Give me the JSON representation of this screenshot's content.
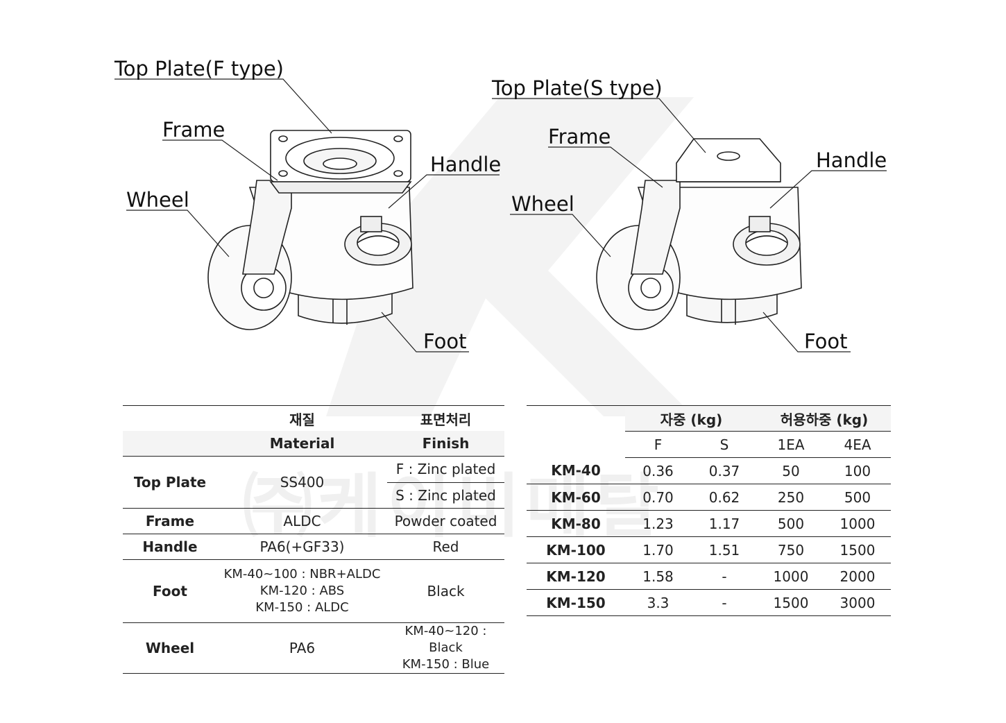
{
  "labels_f": {
    "top_plate": "Top Plate(F type)",
    "frame": "Frame",
    "wheel": "Wheel",
    "handle": "Handle",
    "foot": "Foot"
  },
  "labels_s": {
    "top_plate": "Top Plate(S type)",
    "frame": "Frame",
    "wheel": "Wheel",
    "handle": "Handle",
    "foot": "Foot"
  },
  "watermark": "㈜케이비메탈",
  "material_table": {
    "header_ko": [
      "재질",
      "표면처리"
    ],
    "header_en": [
      "Material",
      "Finish"
    ],
    "rows": {
      "top_plate": {
        "part": "Top Plate",
        "material": "SS400",
        "finish_f": "F : Zinc plated",
        "finish_s": "S : Zinc plated"
      },
      "frame": {
        "part": "Frame",
        "material": "ALDC",
        "finish": "Powder coated"
      },
      "handle": {
        "part": "Handle",
        "material": "PA6(+GF33)",
        "finish": "Red"
      },
      "foot": {
        "part": "Foot",
        "material_1": "KM-40~100 : NBR+ALDC",
        "material_2": "KM-120 : ABS",
        "material_3": "KM-150 : ALDC",
        "finish": "Black"
      },
      "wheel": {
        "part": "Wheel",
        "material": "PA6",
        "finish_1": "KM-40~120 : Black",
        "finish_2": "KM-150 : Blue"
      }
    }
  },
  "load_table": {
    "group_weight": "자중 (kg)",
    "group_load": "허용하중 (kg)",
    "cols": [
      "F",
      "S",
      "1EA",
      "4EA"
    ],
    "rows": [
      {
        "model": "KM-40",
        "f": "0.36",
        "s": "0.37",
        "ea1": "50",
        "ea4": "100"
      },
      {
        "model": "KM-60",
        "f": "0.70",
        "s": "0.62",
        "ea1": "250",
        "ea4": "500"
      },
      {
        "model": "KM-80",
        "f": "1.23",
        "s": "1.17",
        "ea1": "500",
        "ea4": "1000"
      },
      {
        "model": "KM-100",
        "f": "1.70",
        "s": "1.51",
        "ea1": "750",
        "ea4": "1500"
      },
      {
        "model": "KM-120",
        "f": "1.58",
        "s": "-",
        "ea1": "1000",
        "ea4": "2000"
      },
      {
        "model": "KM-150",
        "f": "3.3",
        "s": "-",
        "ea1": "1500",
        "ea4": "3000"
      }
    ]
  }
}
